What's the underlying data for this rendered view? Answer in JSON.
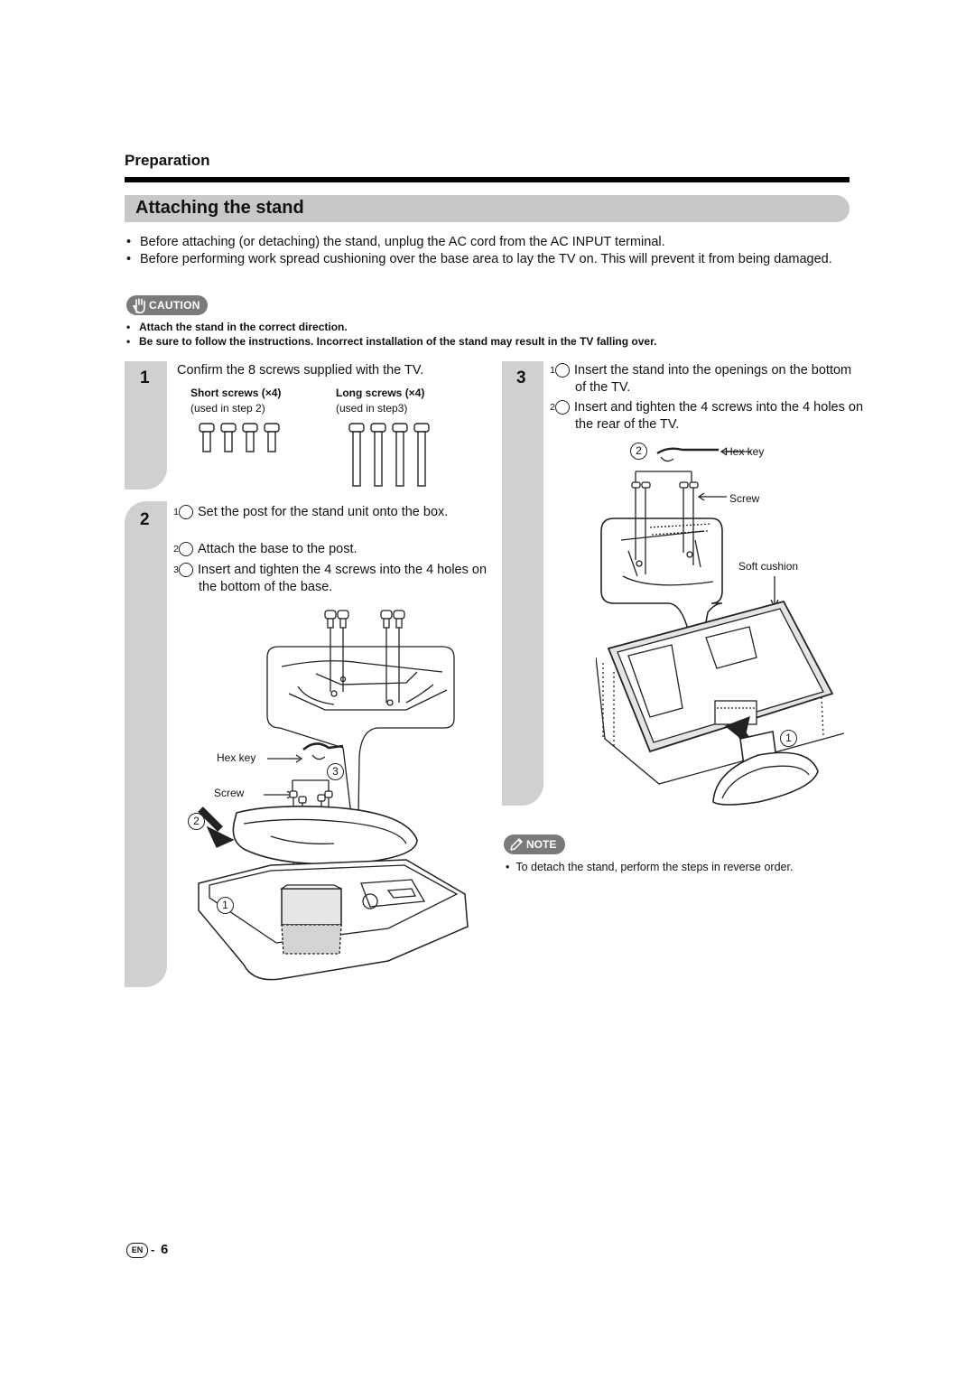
{
  "section": "Preparation",
  "title": "Attaching the stand",
  "intro_bullets": [
    "Before attaching (or detaching) the stand, unplug the AC cord from the AC INPUT terminal.",
    "Before performing work spread cushioning over the base area to lay the TV on. This will prevent it from being damaged."
  ],
  "caution": {
    "label": "CAUTION",
    "items": [
      "Attach the stand in the correct direction.",
      "Be sure to follow the instructions. Incorrect installation of the stand may result in the TV falling over."
    ]
  },
  "step1": {
    "num": "1",
    "text": "Confirm the 8 screws supplied with the TV.",
    "short_label": "Short screws (×4)",
    "short_sub": "(used in step 2)",
    "long_label": "Long screws (×4)",
    "long_sub": "(used in step3)"
  },
  "step2": {
    "num": "2",
    "items": [
      {
        "marker": "1",
        "text": "Set the post for the stand unit onto the box."
      },
      {
        "marker": "2",
        "text": "Attach the base to the post."
      },
      {
        "marker": "3",
        "text": "Insert and tighten the 4 screws into the 4 holes on the bottom of the base."
      }
    ],
    "labels": {
      "hex_key": "Hex key",
      "screw": "Screw",
      "m1": "1",
      "m2": "2",
      "m3": "3"
    }
  },
  "step3": {
    "num": "3",
    "items": [
      {
        "marker": "1",
        "text": "Insert the stand into the openings on the bottom of the TV."
      },
      {
        "marker": "2",
        "text": "Insert and tighten the 4 screws into the 4 holes on the rear of the TV."
      }
    ],
    "labels": {
      "hex_key": "Hex key",
      "screw": "Screw",
      "soft_cushion": "Soft cushion",
      "m1": "1",
      "m2": "2"
    }
  },
  "note": {
    "label": "NOTE",
    "items": [
      "To detach the stand, perform the steps in reverse order."
    ]
  },
  "footer": {
    "lang": "EN",
    "sep": "-",
    "page": "6"
  }
}
